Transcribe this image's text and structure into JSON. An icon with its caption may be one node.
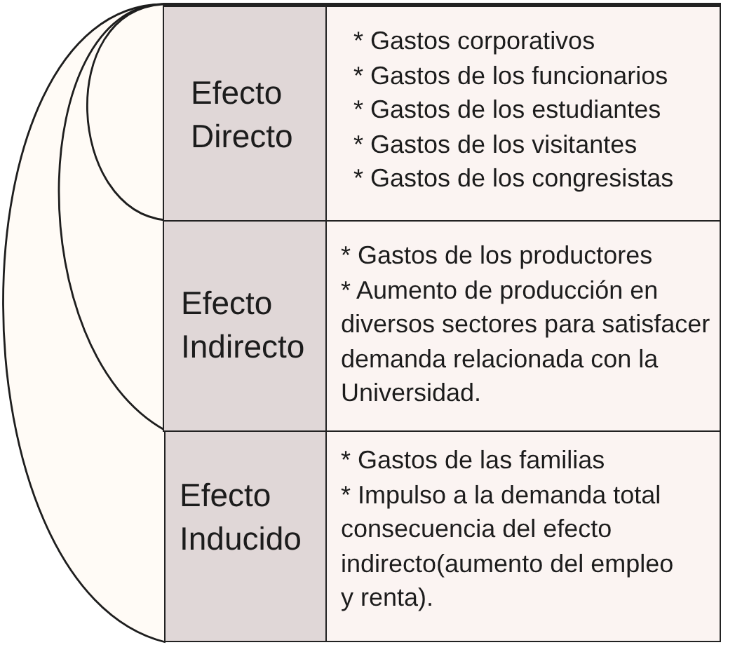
{
  "diagram": {
    "nodes": [
      {
        "text": [
          "Efecto Directo"
        ]
      },
      {
        "text": [
          "* Gastos corporativos",
          "* Gastos de los funcionarios",
          "* Gastos de los estudiantes",
          "* Gastos de los visitantes",
          "* Gastos de los congresistas"
        ]
      },
      {
        "text": [
          "Efecto Indirecto"
        ]
      },
      {
        "text": [
          "* Gastos de los productores",
          "* Aumento de producción en diversos sectores para satisfacer demanda relacionada con la Universidad."
        ]
      },
      {
        "text": [
          "Efecto Inducido"
        ]
      },
      {
        "text": [
          "* Gastos de las familias",
          "* Impulso a la demanda total consecuencia del efecto indirecto(aumento del empleo y renta)."
        ]
      }
    ]
  }
}
